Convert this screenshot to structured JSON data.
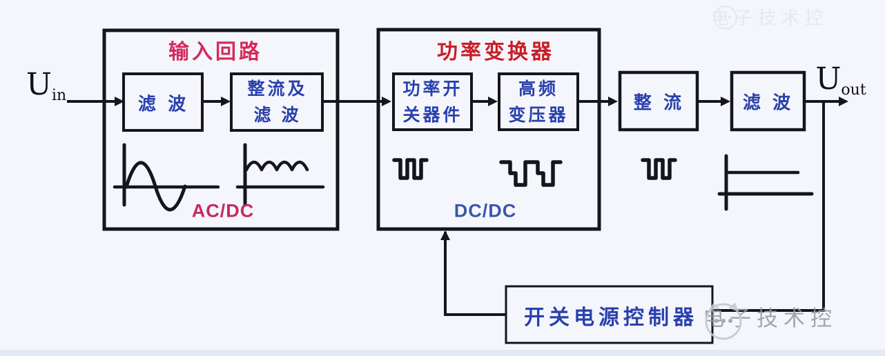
{
  "diagram": {
    "title_semantic": "switching-power-supply-block-diagram",
    "input_label": {
      "symbol": "U",
      "subscript": "in"
    },
    "output_label": {
      "symbol": "U",
      "subscript": "out"
    },
    "groups": {
      "input_circuit": {
        "title": "输入回路",
        "tag": "AC/DC"
      },
      "power_converter": {
        "title": "功率变换器",
        "tag": "DC/DC"
      }
    },
    "blocks": {
      "filter_in": {
        "label": "滤 波"
      },
      "rectify_filter": {
        "line1": "整流及",
        "line2": "滤 波"
      },
      "power_switch": {
        "line1": "功率开",
        "line2": "关器件"
      },
      "hf_transformer": {
        "line1": "高频",
        "line2": "变压器"
      },
      "rectify_out": {
        "label": "整 流"
      },
      "filter_out": {
        "label": "滤 波"
      },
      "controller": {
        "label": "开关电源控制器"
      }
    },
    "waveform_icons": [
      "sine-wave-icon",
      "ripple-wave-icon",
      "square-wave-icon",
      "stepped-square-wave-icon",
      "square-wave-icon",
      "dc-level-icon"
    ],
    "watermark": {
      "logo": "cat-logo-icon",
      "text": "电子技术控"
    },
    "colors": {
      "background": "#f5f6fb",
      "bottom_strip": "#e2e8f5",
      "line": "#15151d",
      "input_title_red": "#d42a5a",
      "converter_title_red": "#c81e28",
      "acdc_crimson": "#c42a62",
      "block_text_blue": "#2940ad",
      "dcdc_blue": "#3c55ab",
      "watermark_gray": "#939aa8"
    }
  }
}
